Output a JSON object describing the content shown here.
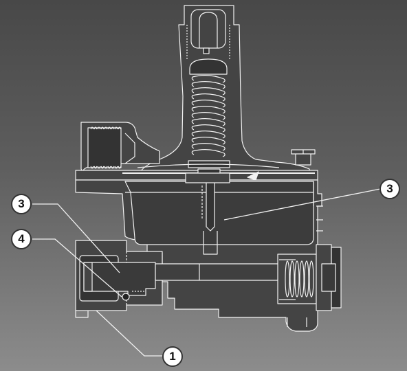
{
  "diagram": {
    "callouts": [
      {
        "id": "callout-3-left",
        "label": "3"
      },
      {
        "id": "callout-4-left",
        "label": "4"
      },
      {
        "id": "callout-3-right",
        "label": "3"
      },
      {
        "id": "callout-1-bottom",
        "label": "1"
      }
    ],
    "colors": {
      "body": "#444444",
      "body_dark": "#333333",
      "outline": "#f2f2f2",
      "callout_fill": "#ffffff",
      "callout_text": "#111111"
    }
  }
}
